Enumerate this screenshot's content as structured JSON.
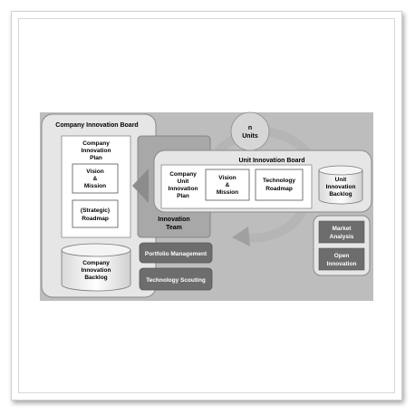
{
  "company_board": {
    "title": "Company Innovation Board",
    "plan": {
      "line1": "Company",
      "line2": "Innovation",
      "line3": "Plan"
    },
    "vision": {
      "line1": "Vision",
      "line2": "&",
      "line3": "Mission"
    },
    "roadmap": {
      "line1": "(Strategic)",
      "line2": "Roadmap"
    },
    "backlog": {
      "line1": "Company",
      "line2": "Innovation",
      "line3": "Backlog"
    }
  },
  "units": {
    "line1": "n",
    "line2": "Units"
  },
  "unit_board": {
    "title": "Unit Innovation Board",
    "plan": {
      "line1": "Company",
      "line2": "Unit",
      "line3": "Innovation",
      "line4": "Plan"
    },
    "vision": {
      "line1": "Vision",
      "line2": "&",
      "line3": "Mission"
    },
    "roadmap": {
      "line1": "Technology",
      "line2": "Roadmap"
    },
    "backlog": {
      "line1": "Unit",
      "line2": "Innovation",
      "line3": "Backlog"
    }
  },
  "innovation_team": {
    "line1": "Innovation",
    "line2": "Team"
  },
  "portfolio_management": "Portfolio Management",
  "technology_scouting": "Technology Scouting",
  "market_analysis": {
    "line1": "Market",
    "line2": "Analysis"
  },
  "open_innovation": {
    "line1": "Open",
    "line2": "Innovation"
  },
  "colors": {
    "band": "#bdbdbd",
    "panel": "#e6e6e6",
    "dark_box": "#6d6d6d",
    "team": "#a8a8a8"
  }
}
